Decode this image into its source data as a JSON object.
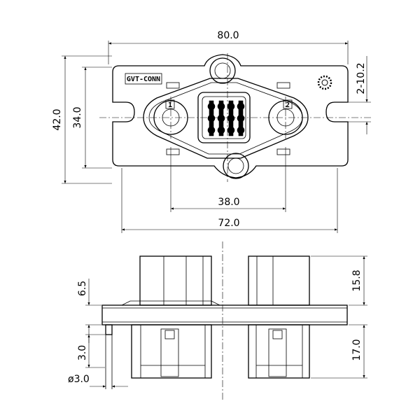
{
  "labels": {
    "brand": "GVT-CONN",
    "pin1": "1",
    "pin2": "2"
  },
  "dimensions": {
    "overall_width": "80.0",
    "overall_height": "42.0",
    "inner_height": "34.0",
    "slot": "2-10.2",
    "pin_spacing": "38.0",
    "mount_spacing": "72.0",
    "flange_thickness": "6.5",
    "top_height": "15.8",
    "pin_length": "3.0",
    "pin_diameter": "ø3.0",
    "bottom_height": "17.0"
  }
}
